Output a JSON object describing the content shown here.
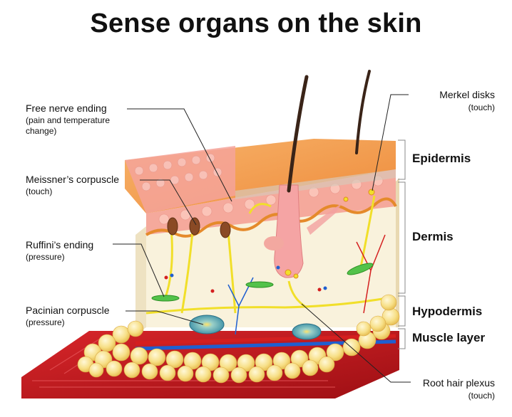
{
  "title": "Sense organs on the skin",
  "left_labels": [
    {
      "name": "Free nerve ending",
      "detail": "(pain and temperature change)"
    },
    {
      "name": "Meissner’s corpuscle",
      "detail": "(touch)"
    },
    {
      "name": "Ruffini’s ending",
      "detail": "(pressure)"
    },
    {
      "name": "Pacinian corpuscle",
      "detail": "(pressure)"
    }
  ],
  "right_labels": [
    {
      "name": "Merkel disks",
      "detail": "(touch)"
    },
    {
      "name": "Root hair plexus",
      "detail": "(touch)"
    }
  ],
  "layers": [
    "Epidermis",
    "Dermis",
    "Hypodermis",
    "Muscle layer"
  ],
  "colors": {
    "epidermis_top": "#f39a4a",
    "epidermis_cells": "#f7b3a8",
    "dermis": "#f8f0d8",
    "fat": "#f6dc7a",
    "muscle": "#c8161e",
    "nerve": "#f2e23a",
    "vein": "#1f5fd0",
    "artery": "#d41f1f"
  },
  "icons": [
    "hair-icon",
    "corpuscle-icon",
    "nerve-fiber-icon"
  ]
}
